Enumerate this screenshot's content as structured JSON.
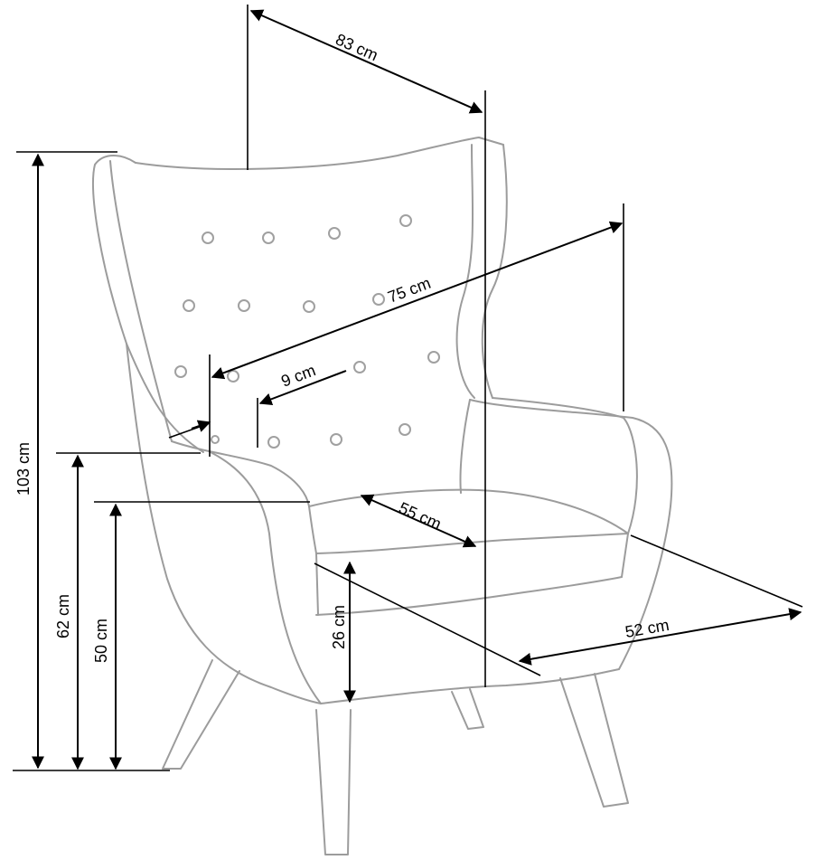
{
  "diagram": {
    "dimensions": {
      "depth_top": "83 cm",
      "width": "75 cm",
      "armrest": "9 cm",
      "seat_depth": "55 cm",
      "seat_width": "52 cm",
      "cushion": "26 cm",
      "seat_height": "50 cm",
      "arm_height": "62 cm",
      "total_height": "103 cm"
    },
    "colors": {
      "chair_outline": "#9c9c9c",
      "dimension_lines": "#000000",
      "background": "#ffffff"
    }
  }
}
